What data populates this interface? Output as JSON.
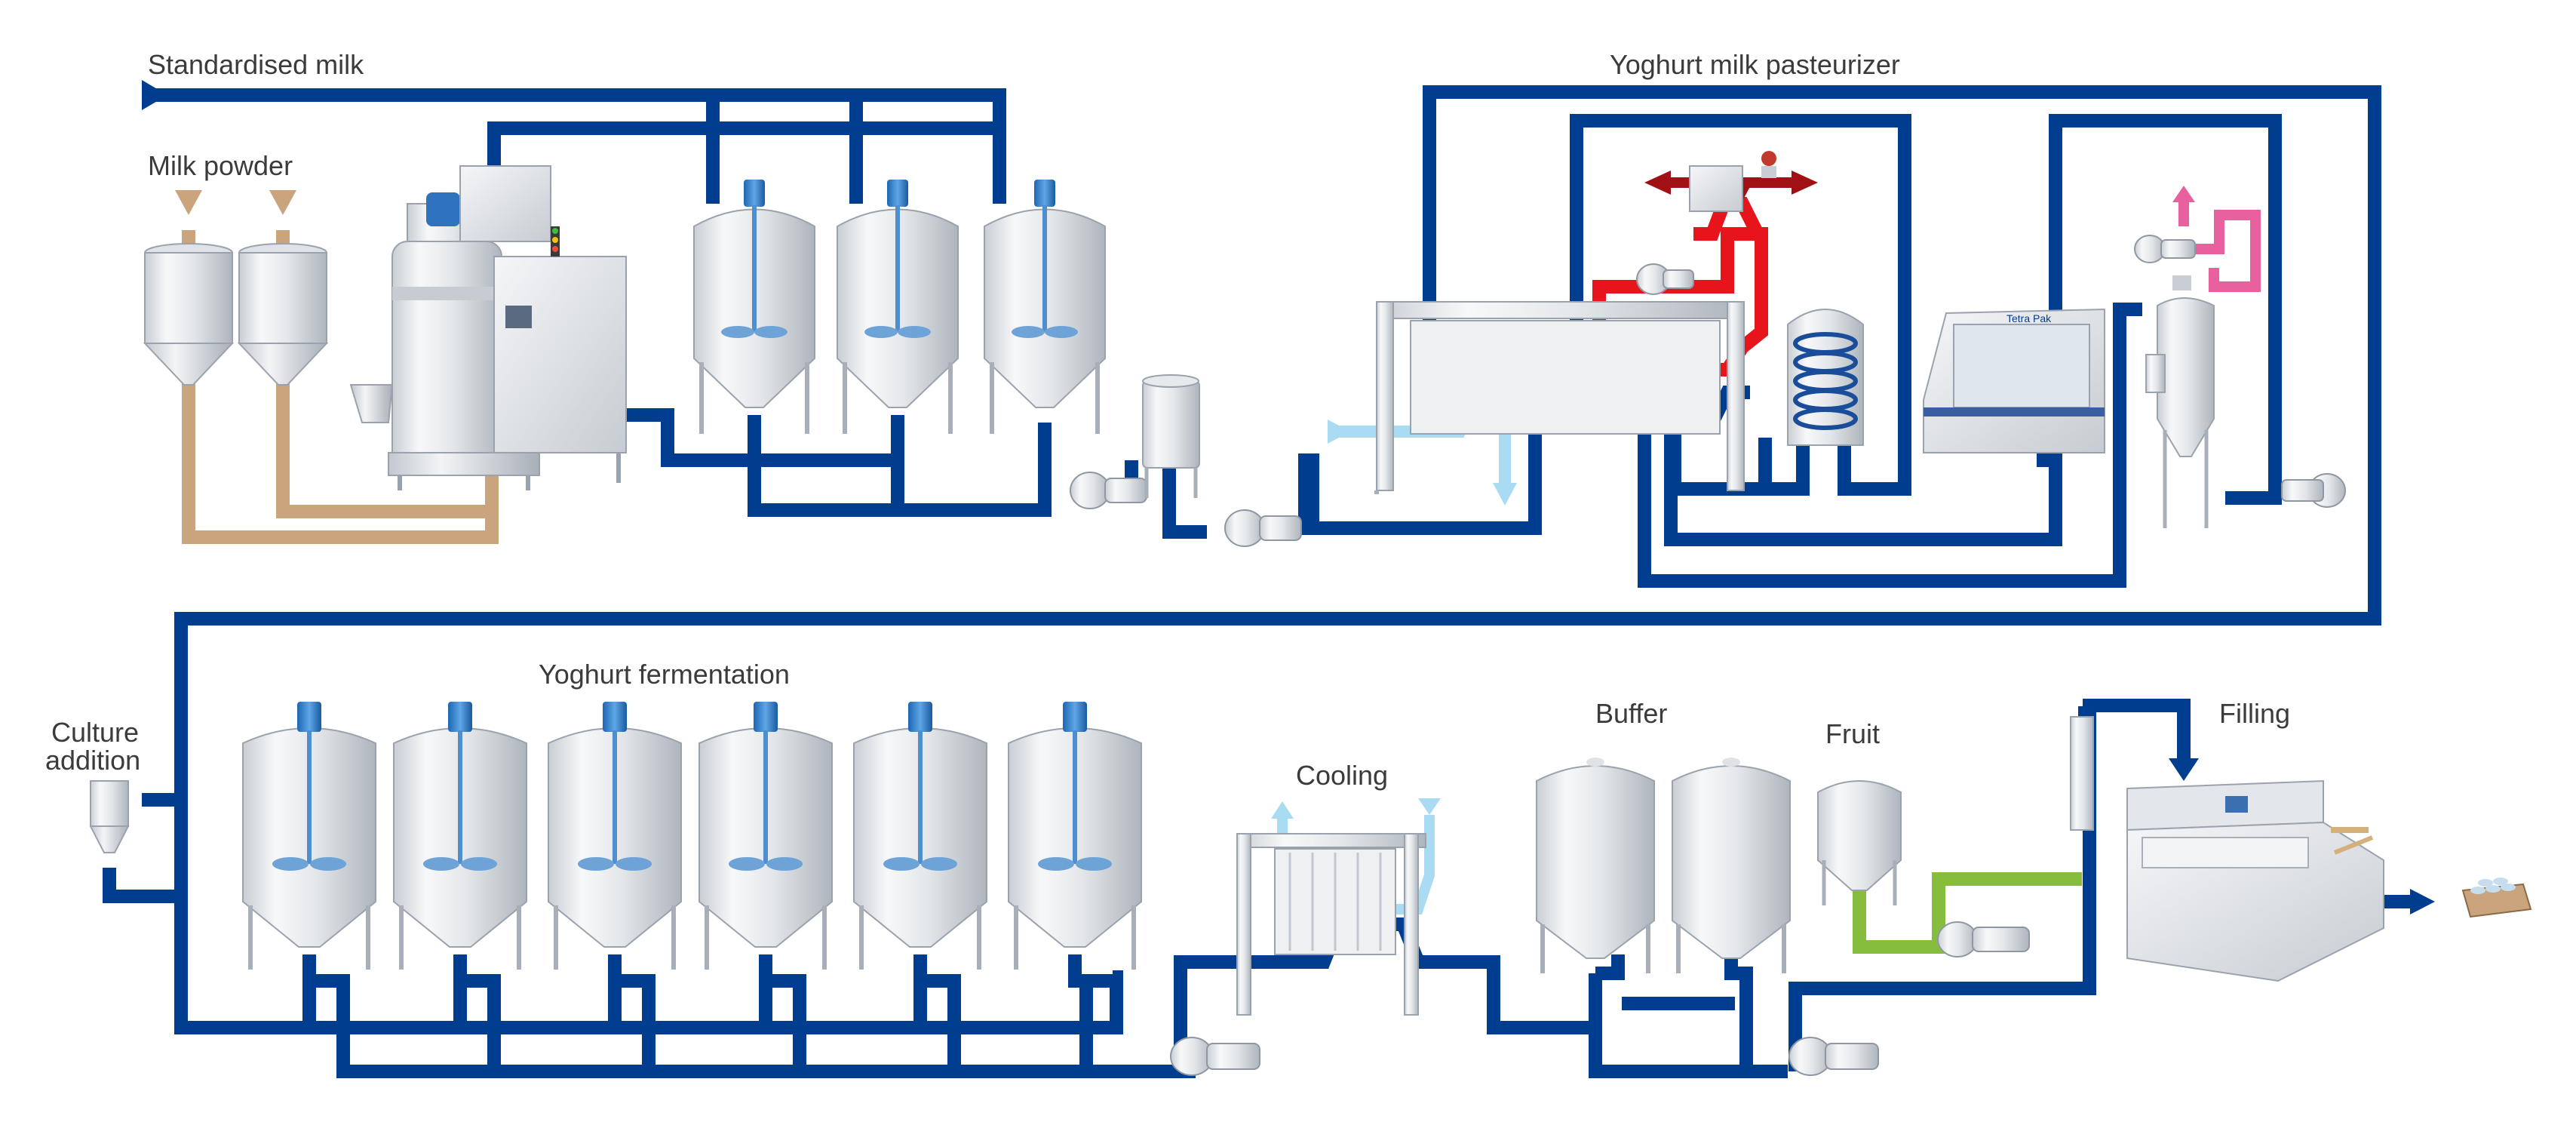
{
  "labels": {
    "standardised_milk": "Standardised milk",
    "milk_powder": "Milk powder",
    "pasteurizer": "Yoghurt milk pasteurizer",
    "fermentation": "Yoghurt fermentation",
    "culture_line1": "Culture",
    "culture_line2": "addition",
    "cooling": "Cooling",
    "buffer": "Buffer",
    "fruit": "Fruit",
    "filling": "Filling",
    "brand": "Tetra Pak"
  },
  "colors": {
    "product_pipe": "#003d8f",
    "powder_pipe": "#c9a47c",
    "hot_water": "#e8141c",
    "steam": "#a01015",
    "cooling_water": "#a9dcf2",
    "vent": "#e9609f",
    "fruit_pipe": "#86bd3c",
    "agitator_cap": "#3a86cf",
    "steel_light": "#f1f3f5",
    "steel_dark": "#b7bec6"
  },
  "icons": {
    "storage_tank": "agitated-tank-icon",
    "silo": "silo-icon",
    "pump": "centrifugal-pump-icon",
    "heat_exchanger": "plate-heat-exchanger-icon",
    "holding_tube": "holding-tube-icon",
    "control_panel": "control-panel-icon",
    "deaerator": "deaerator-icon",
    "filling_machine": "filling-machine-icon",
    "cups": "yoghurt-cups-icon"
  }
}
